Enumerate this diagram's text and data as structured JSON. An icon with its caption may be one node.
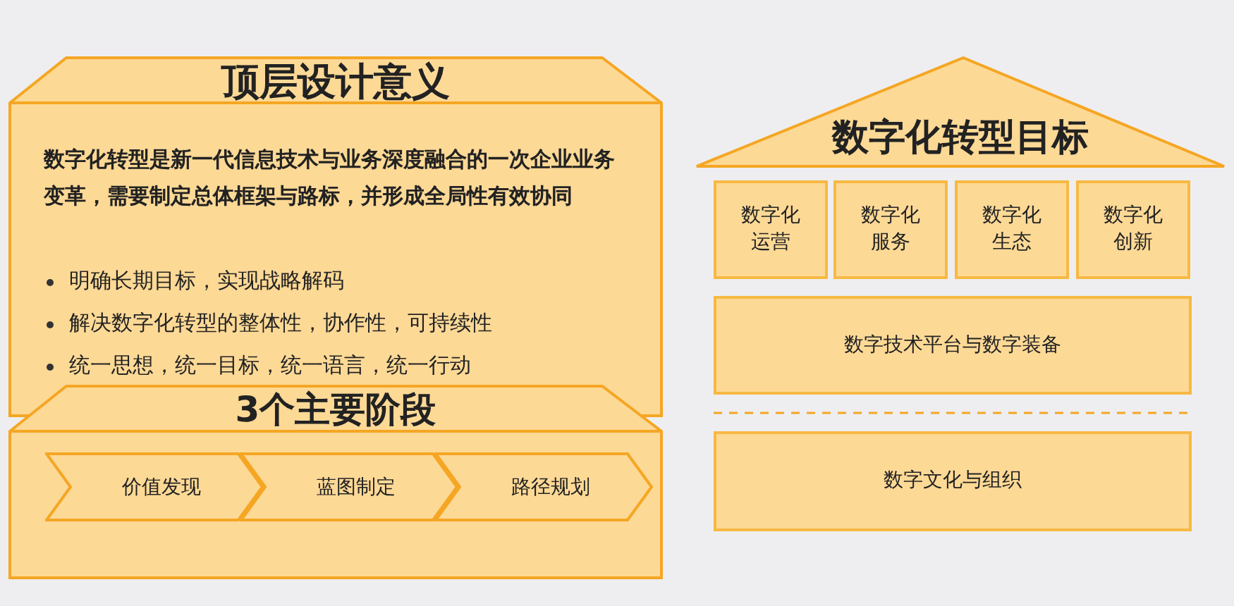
{
  "diagram": {
    "nodes": [
      {
        "text": [
          "顶层设计意义",
          "数字化转型是新一代信息技术与业务深度融合的一次企业业务变革，需要制定总体框架与路标，并形成全局性有效协同",
          "明确长期目标，实现战略解码",
          "解决数字化转型的整体性，协作性，可持续性",
          "统一思想，统一目标，统一语言，统一行动"
        ]
      },
      {
        "text": [
          "3个主要阶段"
        ]
      },
      {
        "text": [
          "价值发现"
        ],
        "in": 1
      },
      {
        "text": [
          "蓝图制定"
        ],
        "in": 1
      },
      {
        "text": [
          "路径规划"
        ],
        "in": 1
      },
      {
        "text": [
          "数字化转型目标"
        ]
      },
      {
        "text": [
          "数字化运营"
        ]
      },
      {
        "text": [
          "数字化服务"
        ]
      },
      {
        "text": [
          "数字化生态"
        ]
      },
      {
        "text": [
          "数字化创新"
        ]
      },
      {
        "text": [
          "数字技术平台与数字装备"
        ]
      },
      {
        "text": [
          "数字文化与组织"
        ]
      }
    ]
  }
}
